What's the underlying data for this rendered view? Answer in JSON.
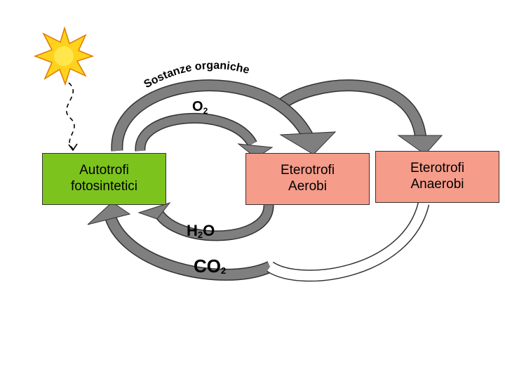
{
  "colors": {
    "autotrofi_fill": "#7dc31e",
    "eterotrofi_fill": "#f59c8a",
    "arrow_gray": "#7f7f7f",
    "sun_fill": "#ffd21c",
    "sun_core": "#ffe64d"
  },
  "boxes": {
    "autotrofi": {
      "line1": "Autotrofi",
      "line2": "fotosintetici"
    },
    "aerobi": {
      "line1": "Eterotrofi",
      "line2": "Aerobi"
    },
    "anaerobi": {
      "line1": "Eterotrofi",
      "line2": "Anaerobi"
    }
  },
  "labels": {
    "sostanze_organiche": "Sostanze organiche",
    "o2_main": "O",
    "o2_sub": "2",
    "h2o_h": "H",
    "h2o_sub": "2",
    "h2o_o": "O",
    "co2_main": "CO",
    "co2_sub": "2"
  },
  "icons": {
    "sun": "sun-icon",
    "light_arrow": "dashed-arrow"
  }
}
